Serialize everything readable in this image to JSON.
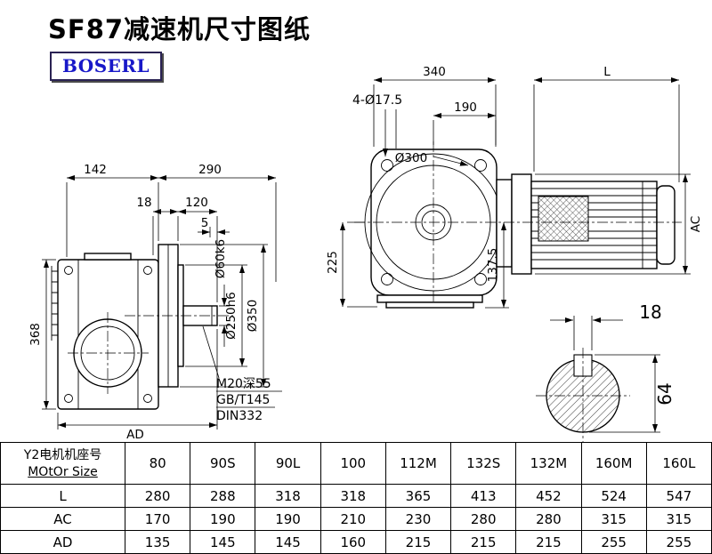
{
  "page": {
    "title": "SF87减速机尺寸图纸",
    "logo": "BOSERL"
  },
  "drawing": {
    "side": {
      "d142": "142",
      "d290": "290",
      "d18": "18",
      "d120": "120",
      "d5": "5",
      "d368": "368",
      "dAD": "AD",
      "d60": "Ø60k6",
      "d250": "Ø250h6",
      "d350": "Ø350",
      "note1": "M20深55",
      "note2": "GB/T145",
      "note3": "DIN332"
    },
    "front": {
      "d340": "340",
      "dL": "L",
      "dHoles": "4-Ø17.5",
      "d190": "190",
      "d300": "Ø300",
      "d225": "225",
      "d137": "137.5",
      "dAC": "AC"
    },
    "shaft": {
      "d18": "18",
      "d64": "64"
    }
  },
  "table": {
    "header_cn": "Y2电机机座号",
    "header_en": "MOtOr Size",
    "columns": [
      "80",
      "90S",
      "90L",
      "100",
      "112M",
      "132S",
      "132M",
      "160M",
      "160L"
    ],
    "rows": [
      {
        "label": "L",
        "values": [
          "280",
          "288",
          "318",
          "318",
          "365",
          "413",
          "452",
          "524",
          "547"
        ]
      },
      {
        "label": "AC",
        "values": [
          "170",
          "190",
          "190",
          "210",
          "230",
          "280",
          "280",
          "315",
          "315"
        ]
      },
      {
        "label": "AD",
        "values": [
          "135",
          "145",
          "145",
          "160",
          "215",
          "215",
          "215",
          "255",
          "255"
        ]
      }
    ]
  }
}
